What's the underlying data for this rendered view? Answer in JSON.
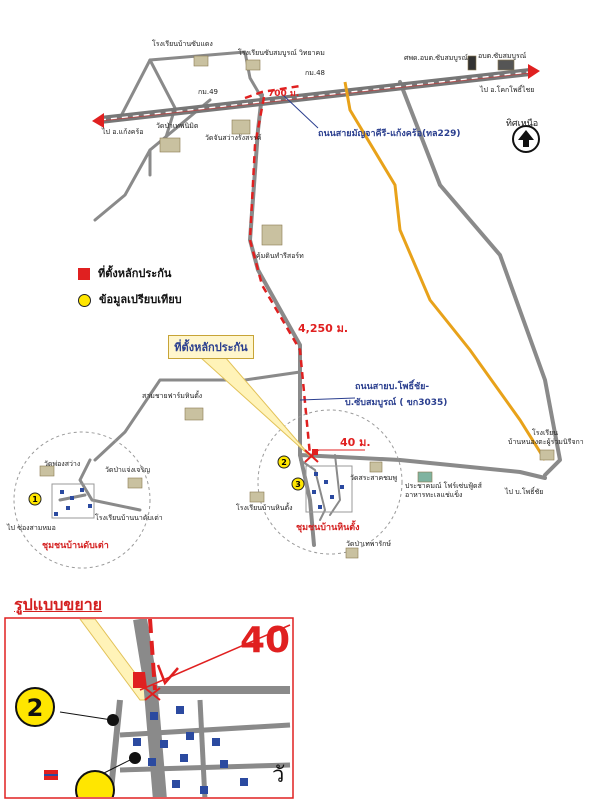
{
  "map_labels": {
    "school_buengsaeng": "โรงเรียนบ้านซับแดง",
    "school_sabsombun": "โรงเรียนซับสมบูรณ์ วิทยาคม",
    "km48": "กม.48",
    "km49": "กม.49",
    "to_kaengkhro": "ไป อ.แก้งคร้อ",
    "wat_thepnimit": "วัดป่าเทพนิมิต",
    "wat_chanthaboon": "วัดจันสว่างรังสรรค์",
    "dist_700": "700 ม.",
    "road_229": "ถนนสายมัญจาคีรี-แก้งคร้อ(ทล229)",
    "ngo_center": "ศพด.อบต.ซับสมบูรณ์",
    "tambon_office": "อบต.ซับสมบูรณ์",
    "to_khokphosai": "ไป อ.โคกโพธิ์ไชย",
    "north": "ทิศเหนือ",
    "kumdin": "คุ้มดินทำรีสอร์ท",
    "dist_4250": "4,250 ม.",
    "road_3035_line1": "ถนนสายบ.โพธิ์ชัย-",
    "road_3035_line2": "บ.ซับสมบูรณ์ ( ขก3035)",
    "dist_40": "40 ม.",
    "farm": "สามชายฟาร์มหินตั้ง",
    "wat_pranangsawang": "วัดพ่องสว่าง",
    "wat_pachang": "วัดป่าแจ่งเจริญ",
    "school_nadua": "โรงเรียนบ้านนาดับเต่า",
    "to_songsamnong": "ไป ซ่องสามหมอ",
    "community_dabtao": "ชุมชนบ้านดับเต่า",
    "wat_saranasom": "วัดสระสาคชมพู",
    "school_hintang": "โรงเรียนบ้านหินตั้ง",
    "community_hintang": "ชุมชนบ้านหินตั้ง",
    "wat_tepharak": "วัดป่าเทพารักษ์",
    "cooperative_line1": "ประชาคมณ์ โฟร์เซ่นฟู้ดส์",
    "cooperative_line2": "อาหารทะเลแช่แข็ง",
    "school_nongtung_line1": "โรงเรียน",
    "school_nongtung_line2": "บ้านหนองตะผู้ร่วมนิรีจกา",
    "to_phochai": "ไป บ.โพธิ์ชัย",
    "marker_1": "1",
    "marker_2": "2",
    "marker_3": "3",
    "zoom_40": "40",
    "zoom_2": "2",
    "zoom_wat": "วั"
  },
  "legend": {
    "collateral_site": "ที่ตั้งหลักประกัน",
    "comparison_data": "ข้อมูลเปรียบเทียบ"
  },
  "callout": "ที่ตั้งหลักประกัน",
  "zoom_title": "รูปแบบขยาย",
  "colors": {
    "main_road": "#7d7d7d",
    "highway_red": "#e02020",
    "orange_road": "#e8a21a",
    "text_blue": "#2b3f8f",
    "marker_yellow": "#ffe600"
  }
}
